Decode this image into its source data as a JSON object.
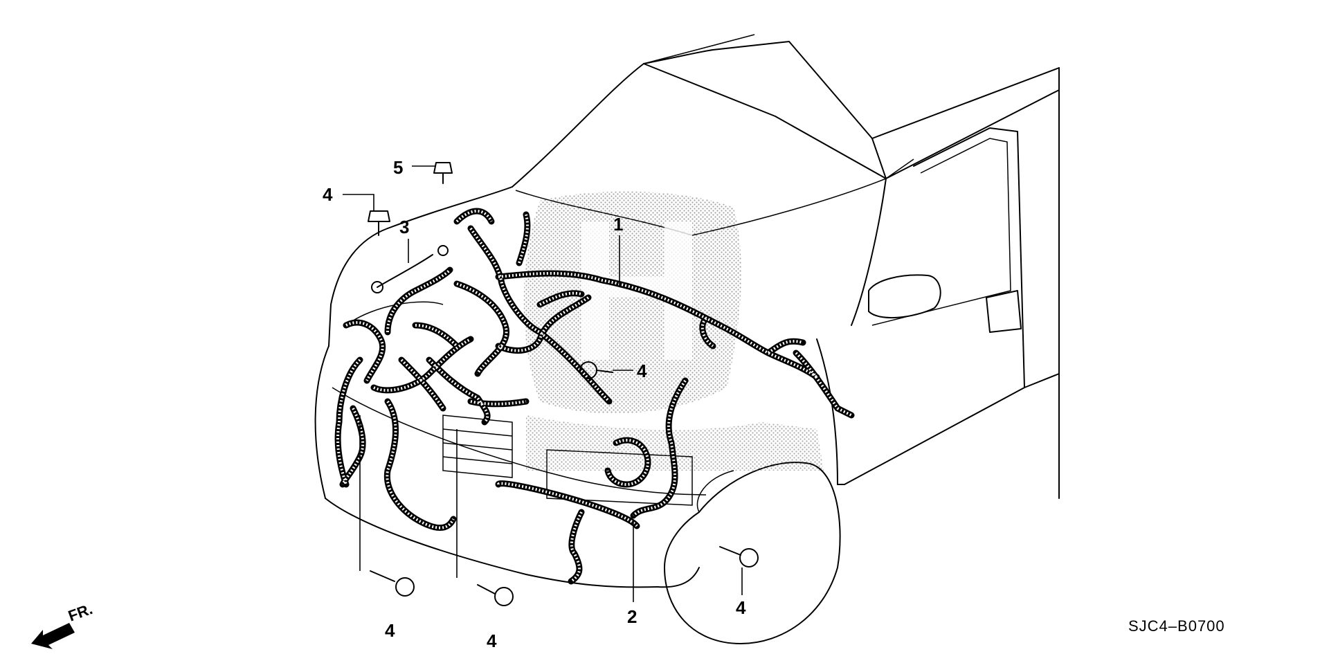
{
  "diagram": {
    "drawing_code": "SJC4–B0700",
    "front_indicator": "FR.",
    "callouts": [
      {
        "id": "c1",
        "label": "1"
      },
      {
        "id": "c2",
        "label": "2"
      },
      {
        "id": "c3",
        "label": "3"
      },
      {
        "id": "c4a",
        "label": "4"
      },
      {
        "id": "c4b",
        "label": "4"
      },
      {
        "id": "c4c",
        "label": "4"
      },
      {
        "id": "c4d",
        "label": "4"
      },
      {
        "id": "c4e",
        "label": "4"
      },
      {
        "id": "c5",
        "label": "5"
      }
    ]
  }
}
